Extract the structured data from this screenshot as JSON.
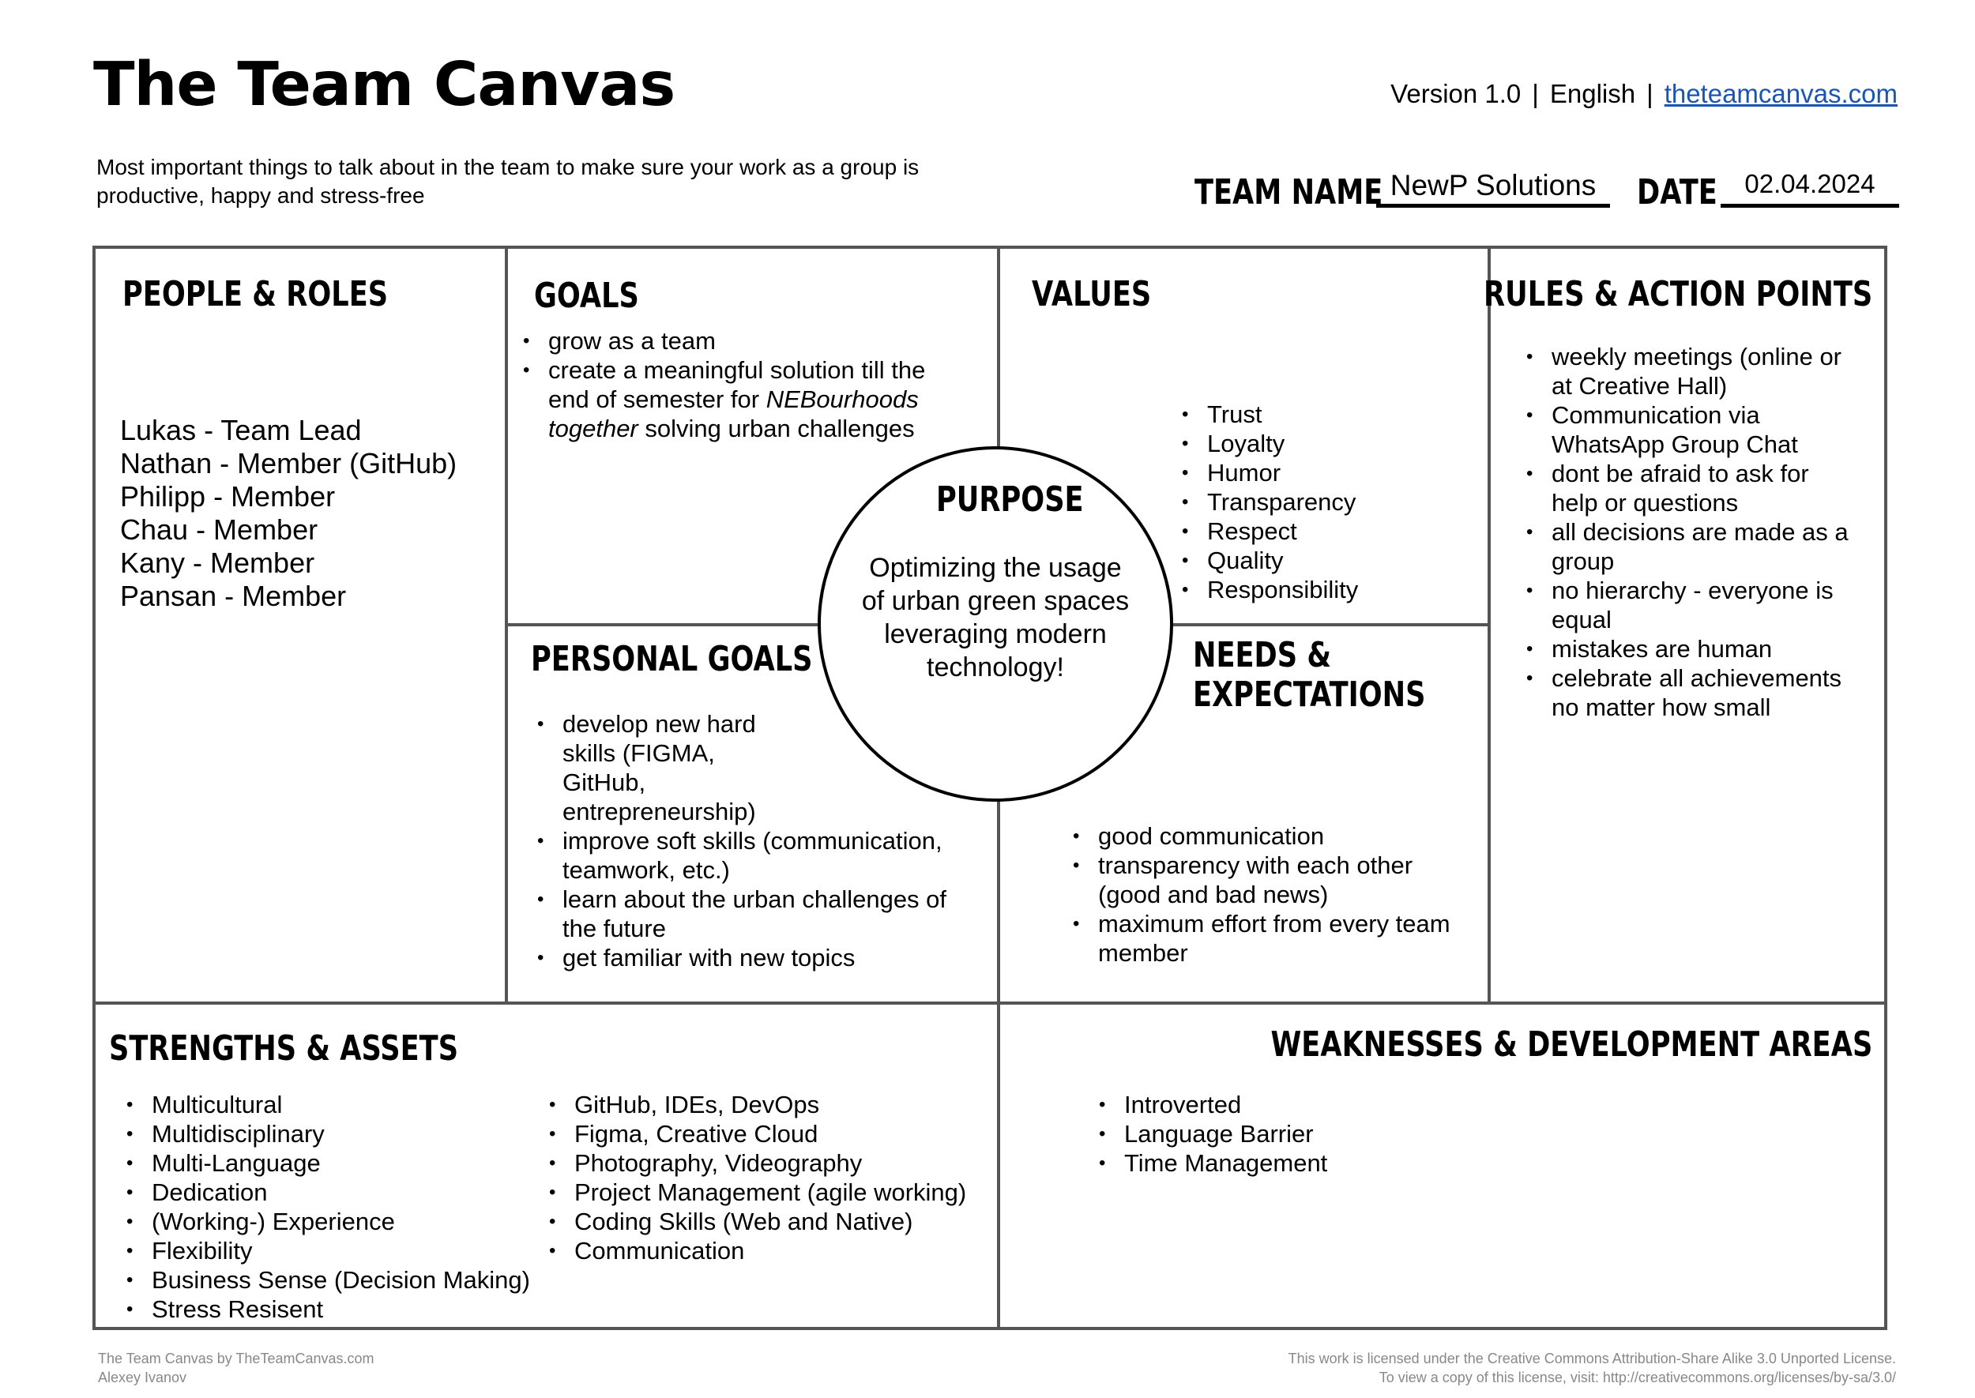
{
  "header": {
    "title": "The Team Canvas",
    "version": "Version 1.0",
    "separator": "|",
    "language": "English",
    "website": "theteamcanvas.com",
    "subtitle": "Most important things to talk about in the team to make sure your work as a group is productive, happy and stress-free"
  },
  "team_name": {
    "label": "TEAM NAME",
    "value": "NewP Solutions"
  },
  "date": {
    "label": "DATE",
    "value": "02.04.2024"
  },
  "people_roles": {
    "title": "PEOPLE & ROLES",
    "items": [
      "Lukas - Team Lead",
      "Nathan - Member (GitHub)",
      "Philipp - Member",
      "Chau - Member",
      "Kany - Member",
      "Pansan - Member"
    ]
  },
  "goals": {
    "title": "GOALS",
    "items": [
      "grow as a team",
      "create a meaningful solution till the end of semester for "
    ],
    "item2_italic": "NEBourhoods together",
    "item2_tail": " solving urban challenges"
  },
  "values": {
    "title": "VALUES",
    "items": [
      "Trust",
      "Loyalty",
      "Humor",
      "Transparency",
      "Respect",
      "Quality",
      "Responsibility"
    ]
  },
  "rules": {
    "title": "RULES & ACTION POINTS",
    "items": [
      "weekly meetings (online or at Creative Hall)",
      "Communication via WhatsApp Group Chat",
      "dont be afraid to ask for help or questions",
      "all decisions are made as a group",
      "no hierarchy - everyone is equal",
      "mistakes are human",
      "celebrate all achievements no matter how small"
    ]
  },
  "purpose": {
    "title": "PURPOSE",
    "text": "Optimizing the usage of urban green spaces leveraging modern technology!"
  },
  "personal_goals": {
    "title": "PERSONAL GOALS",
    "items": [
      "develop new hard skills (FIGMA, GitHub, entrepreneurship)",
      "improve soft skills (communication, teamwork, etc.)",
      "learn about the urban challenges of the future",
      "get familiar with new topics"
    ]
  },
  "needs": {
    "title_line1": "NEEDS &",
    "title_line2": "EXPECTATIONS",
    "items": [
      "good communication",
      "transparency with each other (good and bad news)",
      "maximum effort from every team member"
    ]
  },
  "strengths": {
    "title": "STRENGTHS & ASSETS",
    "col1": [
      "Multicultural",
      "Multidisciplinary",
      "Multi-Language",
      "Dedication",
      "(Working-) Experience",
      "Flexibility",
      "Business Sense (Decision Making)",
      "Stress Resisent"
    ],
    "col2": [
      "GitHub, IDEs, DevOps",
      "Figma, Creative Cloud",
      "Photography, Videography",
      "Project Management (agile working)",
      "Coding Skills (Web and Native)",
      "Communication"
    ]
  },
  "weaknesses": {
    "title": "WEAKNESSES & DEVELOPMENT AREAS",
    "items": [
      "Introverted",
      "Language Barrier",
      "Time Management"
    ]
  },
  "footer": {
    "left1": "The Team Canvas by TheTeamCanvas.com",
    "left2": "Alexey Ivanov",
    "right1": "This work is licensed under the Creative Commons Attribution-Share Alike 3.0 Unported License.",
    "right2": "To view a copy of this license, visit: http://creativecommons.org/licenses/by-sa/3.0/"
  }
}
